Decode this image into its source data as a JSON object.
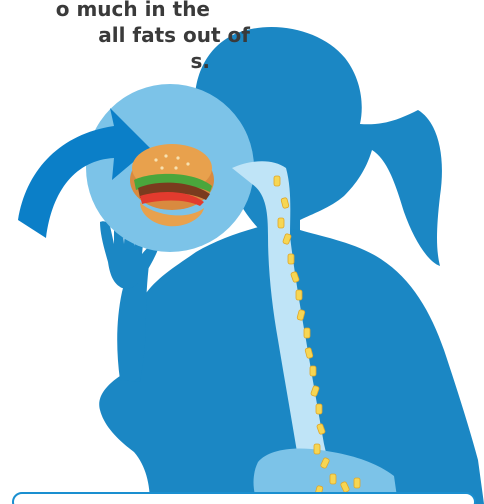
{
  "caption": {
    "line1": "o much in the",
    "line2": "all fats out of",
    "line3": "s."
  },
  "colors": {
    "silhouette": "#1b87c4",
    "bubble": "#7cc3e8",
    "digestive_tract": "#bfe4f7",
    "fat_globule": "#f6d653",
    "arrow": "#0b7fc8",
    "caption_text": "#3a3a3a"
  },
  "icons": {
    "food": "hamburger",
    "pointer": "curved-arrow"
  }
}
